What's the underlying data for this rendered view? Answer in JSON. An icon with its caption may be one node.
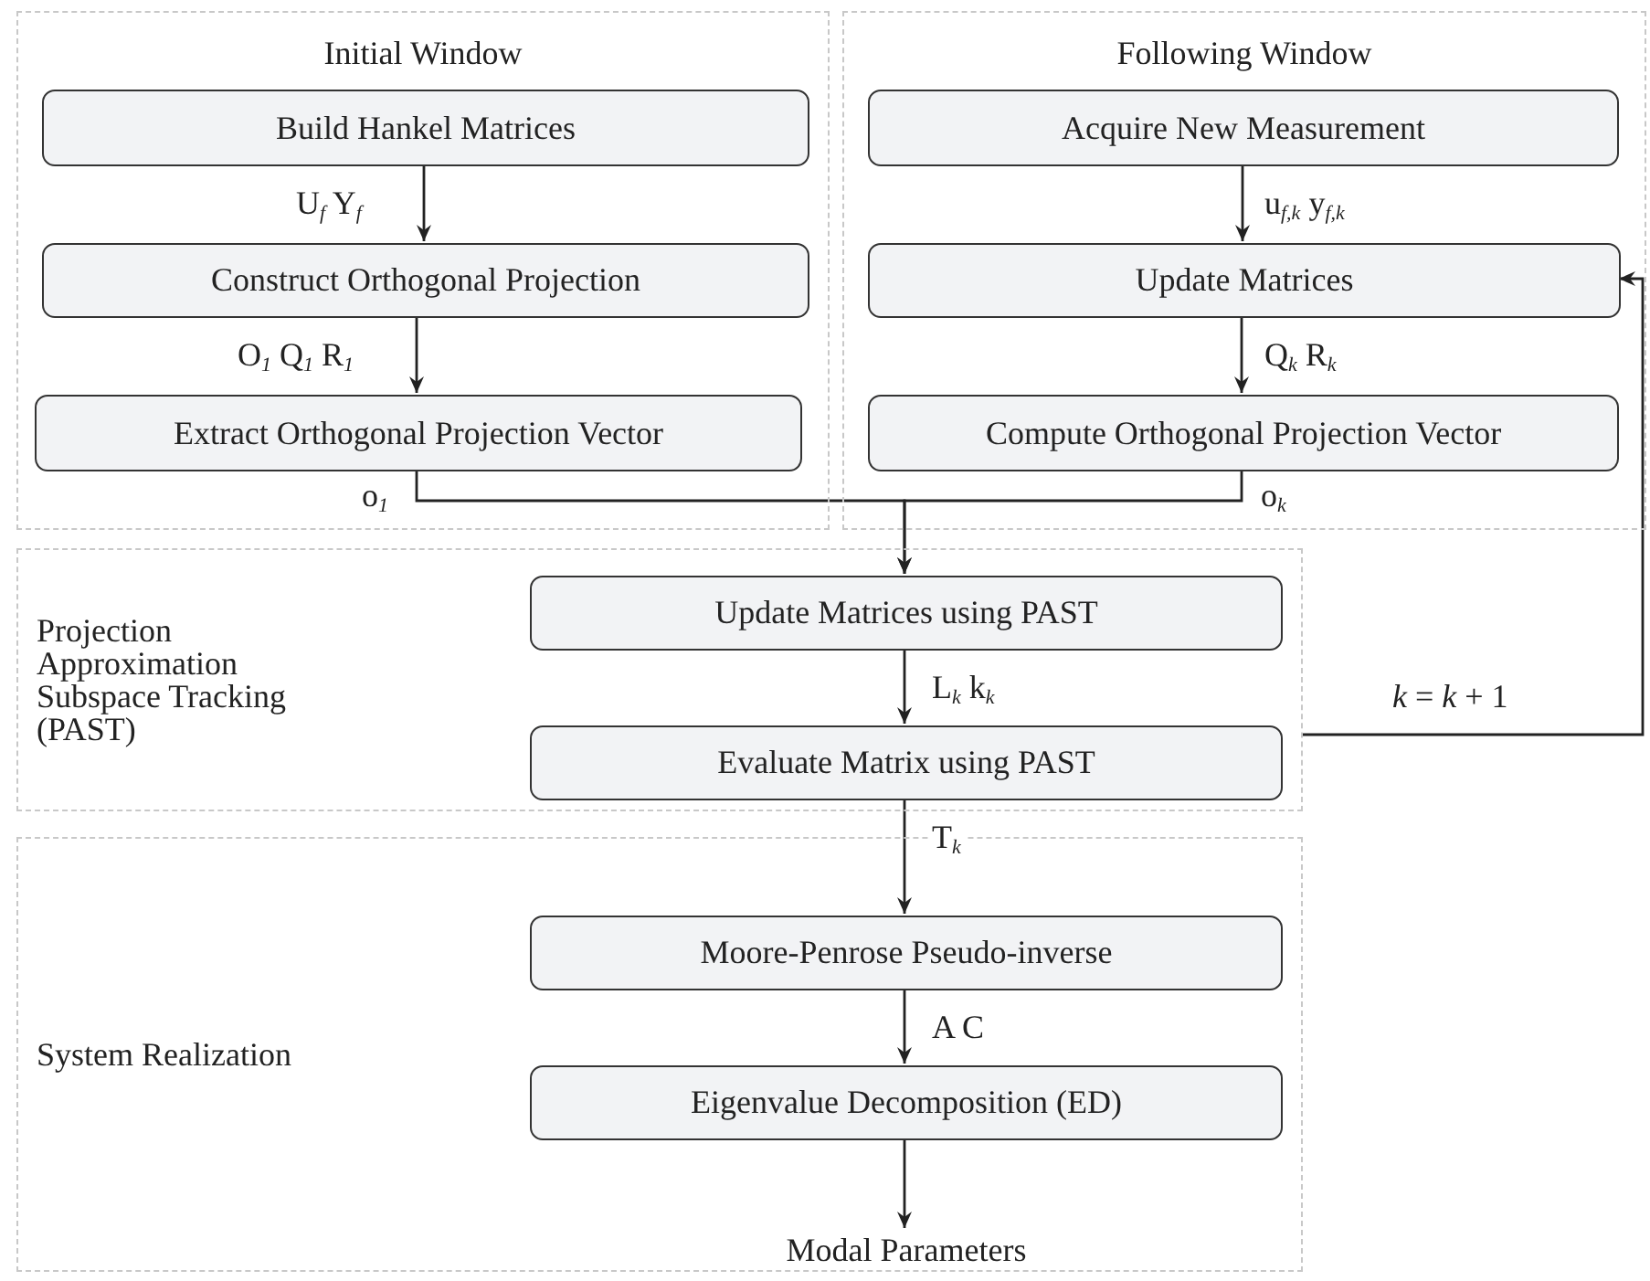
{
  "diagram": {
    "nodes": [
      {
        "text": [
          "Initial Window"
        ]
      },
      {
        "text": [
          "Build Hankel Matrices"
        ],
        "in": 0
      },
      {
        "text": [
          "Construct Orthogonal Projection"
        ],
        "in": 0
      },
      {
        "text": [
          "Extract Orthogonal Projection Vector"
        ],
        "in": 0
      },
      {
        "text": [
          "Following Window"
        ]
      },
      {
        "text": [
          "Acquire New Measurement"
        ],
        "in": 4
      },
      {
        "text": [
          "Update Matrices"
        ],
        "in": 4
      },
      {
        "text": [
          "Compute Orthogonal Projection Vector"
        ],
        "in": 4
      },
      {
        "text": [
          "Projection Approximation Subspace Tracking (PAST)"
        ]
      },
      {
        "text": [
          "Update Matrices using PAST"
        ],
        "in": 8
      },
      {
        "text": [
          "Evaluate Matrix using PAST"
        ],
        "in": 8
      },
      {
        "text": [
          "System Realization"
        ]
      },
      {
        "text": [
          "Moore-Penrose Pseudo-inverse"
        ],
        "in": 11
      },
      {
        "text": [
          "Eigenvalue Decomposition (ED)"
        ],
        "in": 11
      },
      {
        "text": [
          "Modal Parameters"
        ],
        "in": 11
      }
    ],
    "edges": [
      {
        "from": 1,
        "to": 2,
        "arrow": "to",
        "label": "U$_{f}$ Y$_{f}$"
      },
      {
        "from": 2,
        "to": 3,
        "arrow": "to",
        "label": "O$_{1}$ Q$_{1}$ R$_{1}$"
      },
      {
        "from": 3,
        "to": 9,
        "arrow": "to",
        "label": "o$_{1}$"
      },
      {
        "from": 7,
        "to": 9,
        "arrow": "to",
        "label": "o$_{k}$"
      },
      {
        "from": 5,
        "to": 6,
        "arrow": "to",
        "label": "u$_{f,k}$ y$_{f,k}$"
      },
      {
        "from": 6,
        "to": 7,
        "arrow": "to",
        "label": "Q$_{k}$ R$_{k}$"
      },
      {
        "from": 9,
        "to": 10,
        "arrow": "to",
        "label": "L$_{k}$ k$_{k}$"
      },
      {
        "from": 10,
        "to": 12,
        "arrow": "to",
        "label": "T$_{k}$"
      },
      {
        "from": 12,
        "to": 13,
        "arrow": "to",
        "label": "A C"
      },
      {
        "from": 13,
        "to": 14,
        "arrow": "to"
      },
      {
        "from": 8,
        "to": 6,
        "arrow": "to",
        "label": "*k* = *k* + 1"
      }
    ]
  }
}
